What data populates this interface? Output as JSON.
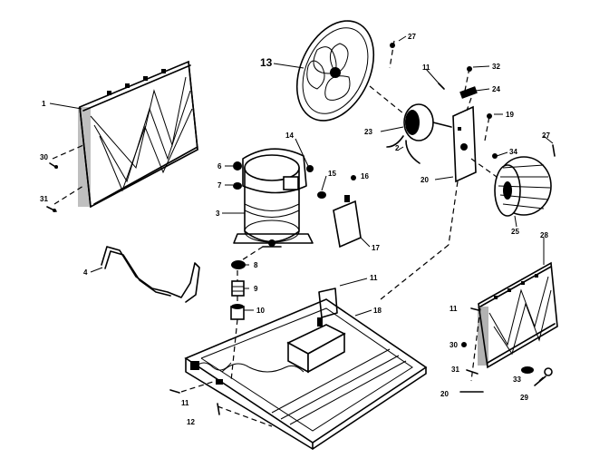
{
  "diagram": {
    "labels": [
      {
        "id": "l1",
        "text": "1"
      },
      {
        "id": "l30a",
        "text": "30"
      },
      {
        "id": "l31a",
        "text": "31"
      },
      {
        "id": "l4",
        "text": "4"
      },
      {
        "id": "l6",
        "text": "6"
      },
      {
        "id": "l7",
        "text": "7"
      },
      {
        "id": "l3",
        "text": "3"
      },
      {
        "id": "l8",
        "text": "8"
      },
      {
        "id": "l9",
        "text": "9"
      },
      {
        "id": "l10",
        "text": "10"
      },
      {
        "id": "l13",
        "text": "13"
      },
      {
        "id": "l14",
        "text": "14"
      },
      {
        "id": "l15",
        "text": "15"
      },
      {
        "id": "l16",
        "text": "16"
      },
      {
        "id": "l17",
        "text": "17"
      },
      {
        "id": "l27a",
        "text": "27"
      },
      {
        "id": "l11a",
        "text": "11"
      },
      {
        "id": "l32",
        "text": "32"
      },
      {
        "id": "l24",
        "text": "24"
      },
      {
        "id": "l19",
        "text": "19"
      },
      {
        "id": "l23",
        "text": "23"
      },
      {
        "id": "l2",
        "text": "2"
      },
      {
        "id": "l20a",
        "text": "20"
      },
      {
        "id": "l34",
        "text": "34"
      },
      {
        "id": "l27b",
        "text": "27"
      },
      {
        "id": "l25",
        "text": "25"
      },
      {
        "id": "l11b",
        "text": "11"
      },
      {
        "id": "l18",
        "text": "18"
      },
      {
        "id": "l28",
        "text": "28"
      },
      {
        "id": "l11c",
        "text": "11"
      },
      {
        "id": "l30b",
        "text": "30"
      },
      {
        "id": "l31b",
        "text": "31"
      },
      {
        "id": "l33",
        "text": "33"
      },
      {
        "id": "l29",
        "text": "29"
      },
      {
        "id": "l20b",
        "text": "20"
      },
      {
        "id": "l11d",
        "text": "11"
      },
      {
        "id": "l12",
        "text": "12"
      }
    ]
  }
}
